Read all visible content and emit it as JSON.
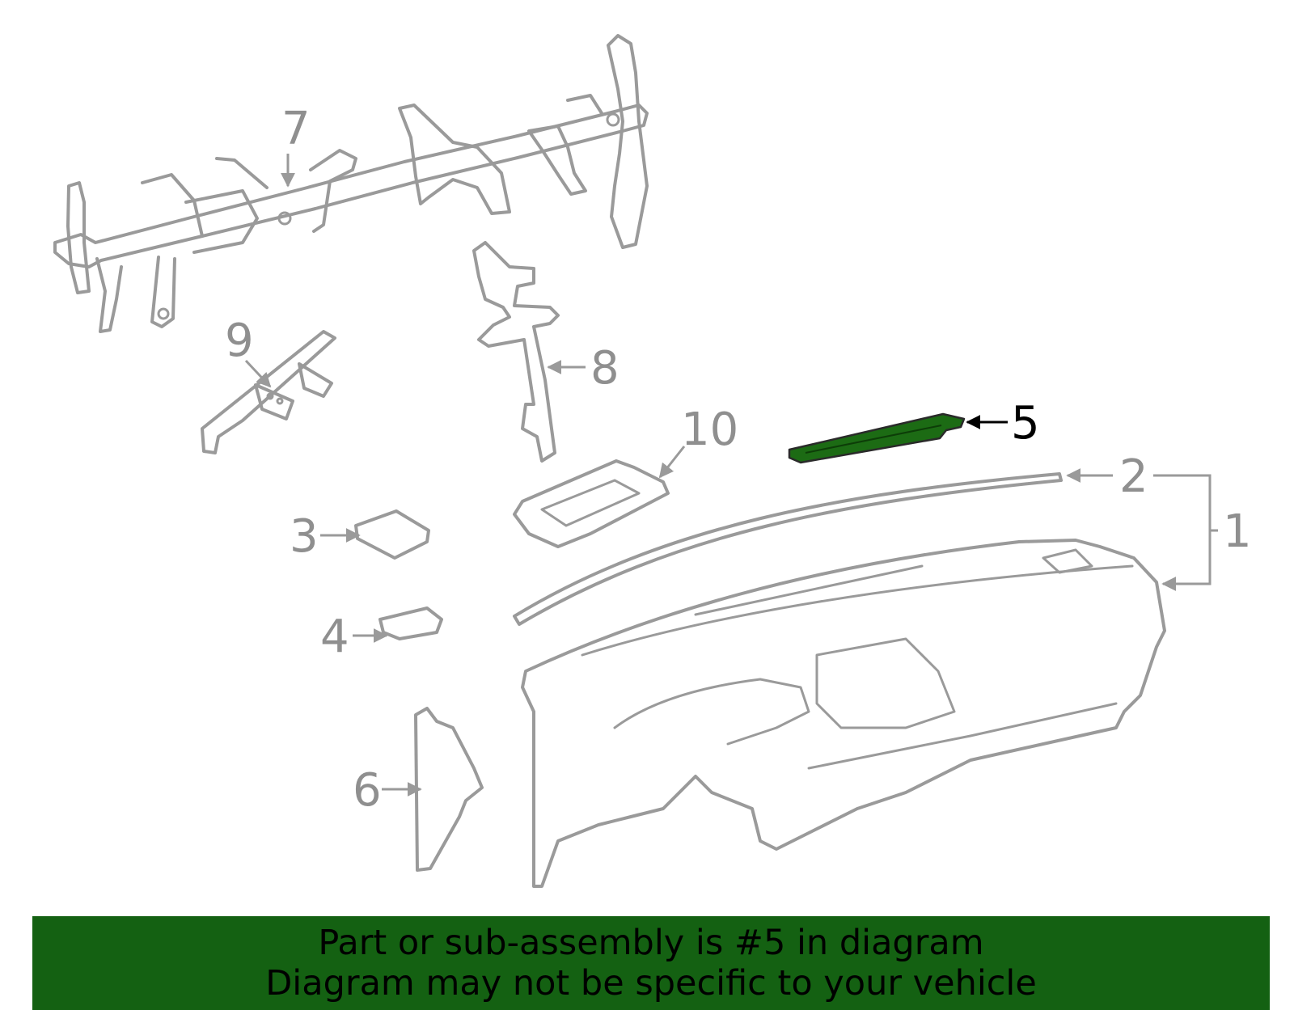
{
  "diagram": {
    "highlight_color": "#1c6b14",
    "line_color": "#9a9a9a",
    "callouts": [
      {
        "id": "1",
        "label": "1"
      },
      {
        "id": "2",
        "label": "2"
      },
      {
        "id": "3",
        "label": "3"
      },
      {
        "id": "4",
        "label": "4"
      },
      {
        "id": "5",
        "label": "5",
        "highlighted": true
      },
      {
        "id": "6",
        "label": "6"
      },
      {
        "id": "7",
        "label": "7"
      },
      {
        "id": "8",
        "label": "8"
      },
      {
        "id": "9",
        "label": "9"
      },
      {
        "id": "10",
        "label": "10"
      }
    ]
  },
  "banner": {
    "background": "#146112",
    "line1": "Part or sub-assembly is #5 in diagram",
    "line2": "Diagram may not be specific to your vehicle"
  }
}
